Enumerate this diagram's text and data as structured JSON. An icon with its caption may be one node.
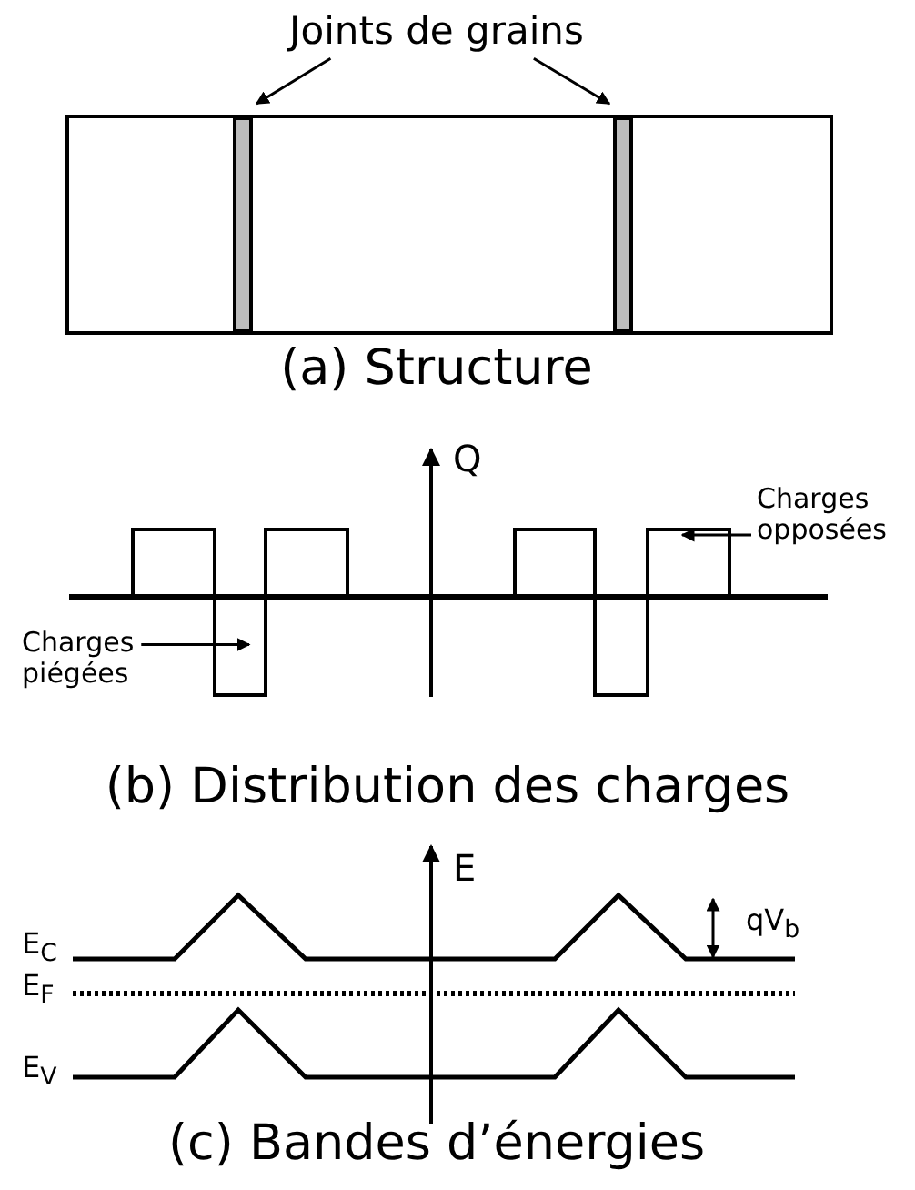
{
  "diagram": {
    "nodes": [
      {
        "text": [
          "Joints de grains"
        ]
      },
      {
        "text": [],
        "shape": "bar"
      },
      {
        "text": [],
        "shape": "bar"
      },
      {
        "text": [
          "Charges piégées"
        ]
      },
      {
        "text": [
          "Charges opposées"
        ]
      }
    ],
    "edges": [
      {
        "from": 0,
        "to": 1,
        "arrow": "to"
      },
      {
        "from": 0,
        "to": 2,
        "arrow": "to"
      },
      {
        "from": 3,
        "to": null,
        "arrow": "to"
      },
      {
        "from": 4,
        "to": null,
        "arrow": "to"
      }
    ],
    "labels": [
      "(a) Structure",
      "Q",
      "(b) Distribution des charges",
      "E",
      "E$_{C}$",
      "qV$_{b}$",
      "E$_{F}$",
      "E$_{V}$",
      "(c) Bandes d’énergies"
    ]
  }
}
